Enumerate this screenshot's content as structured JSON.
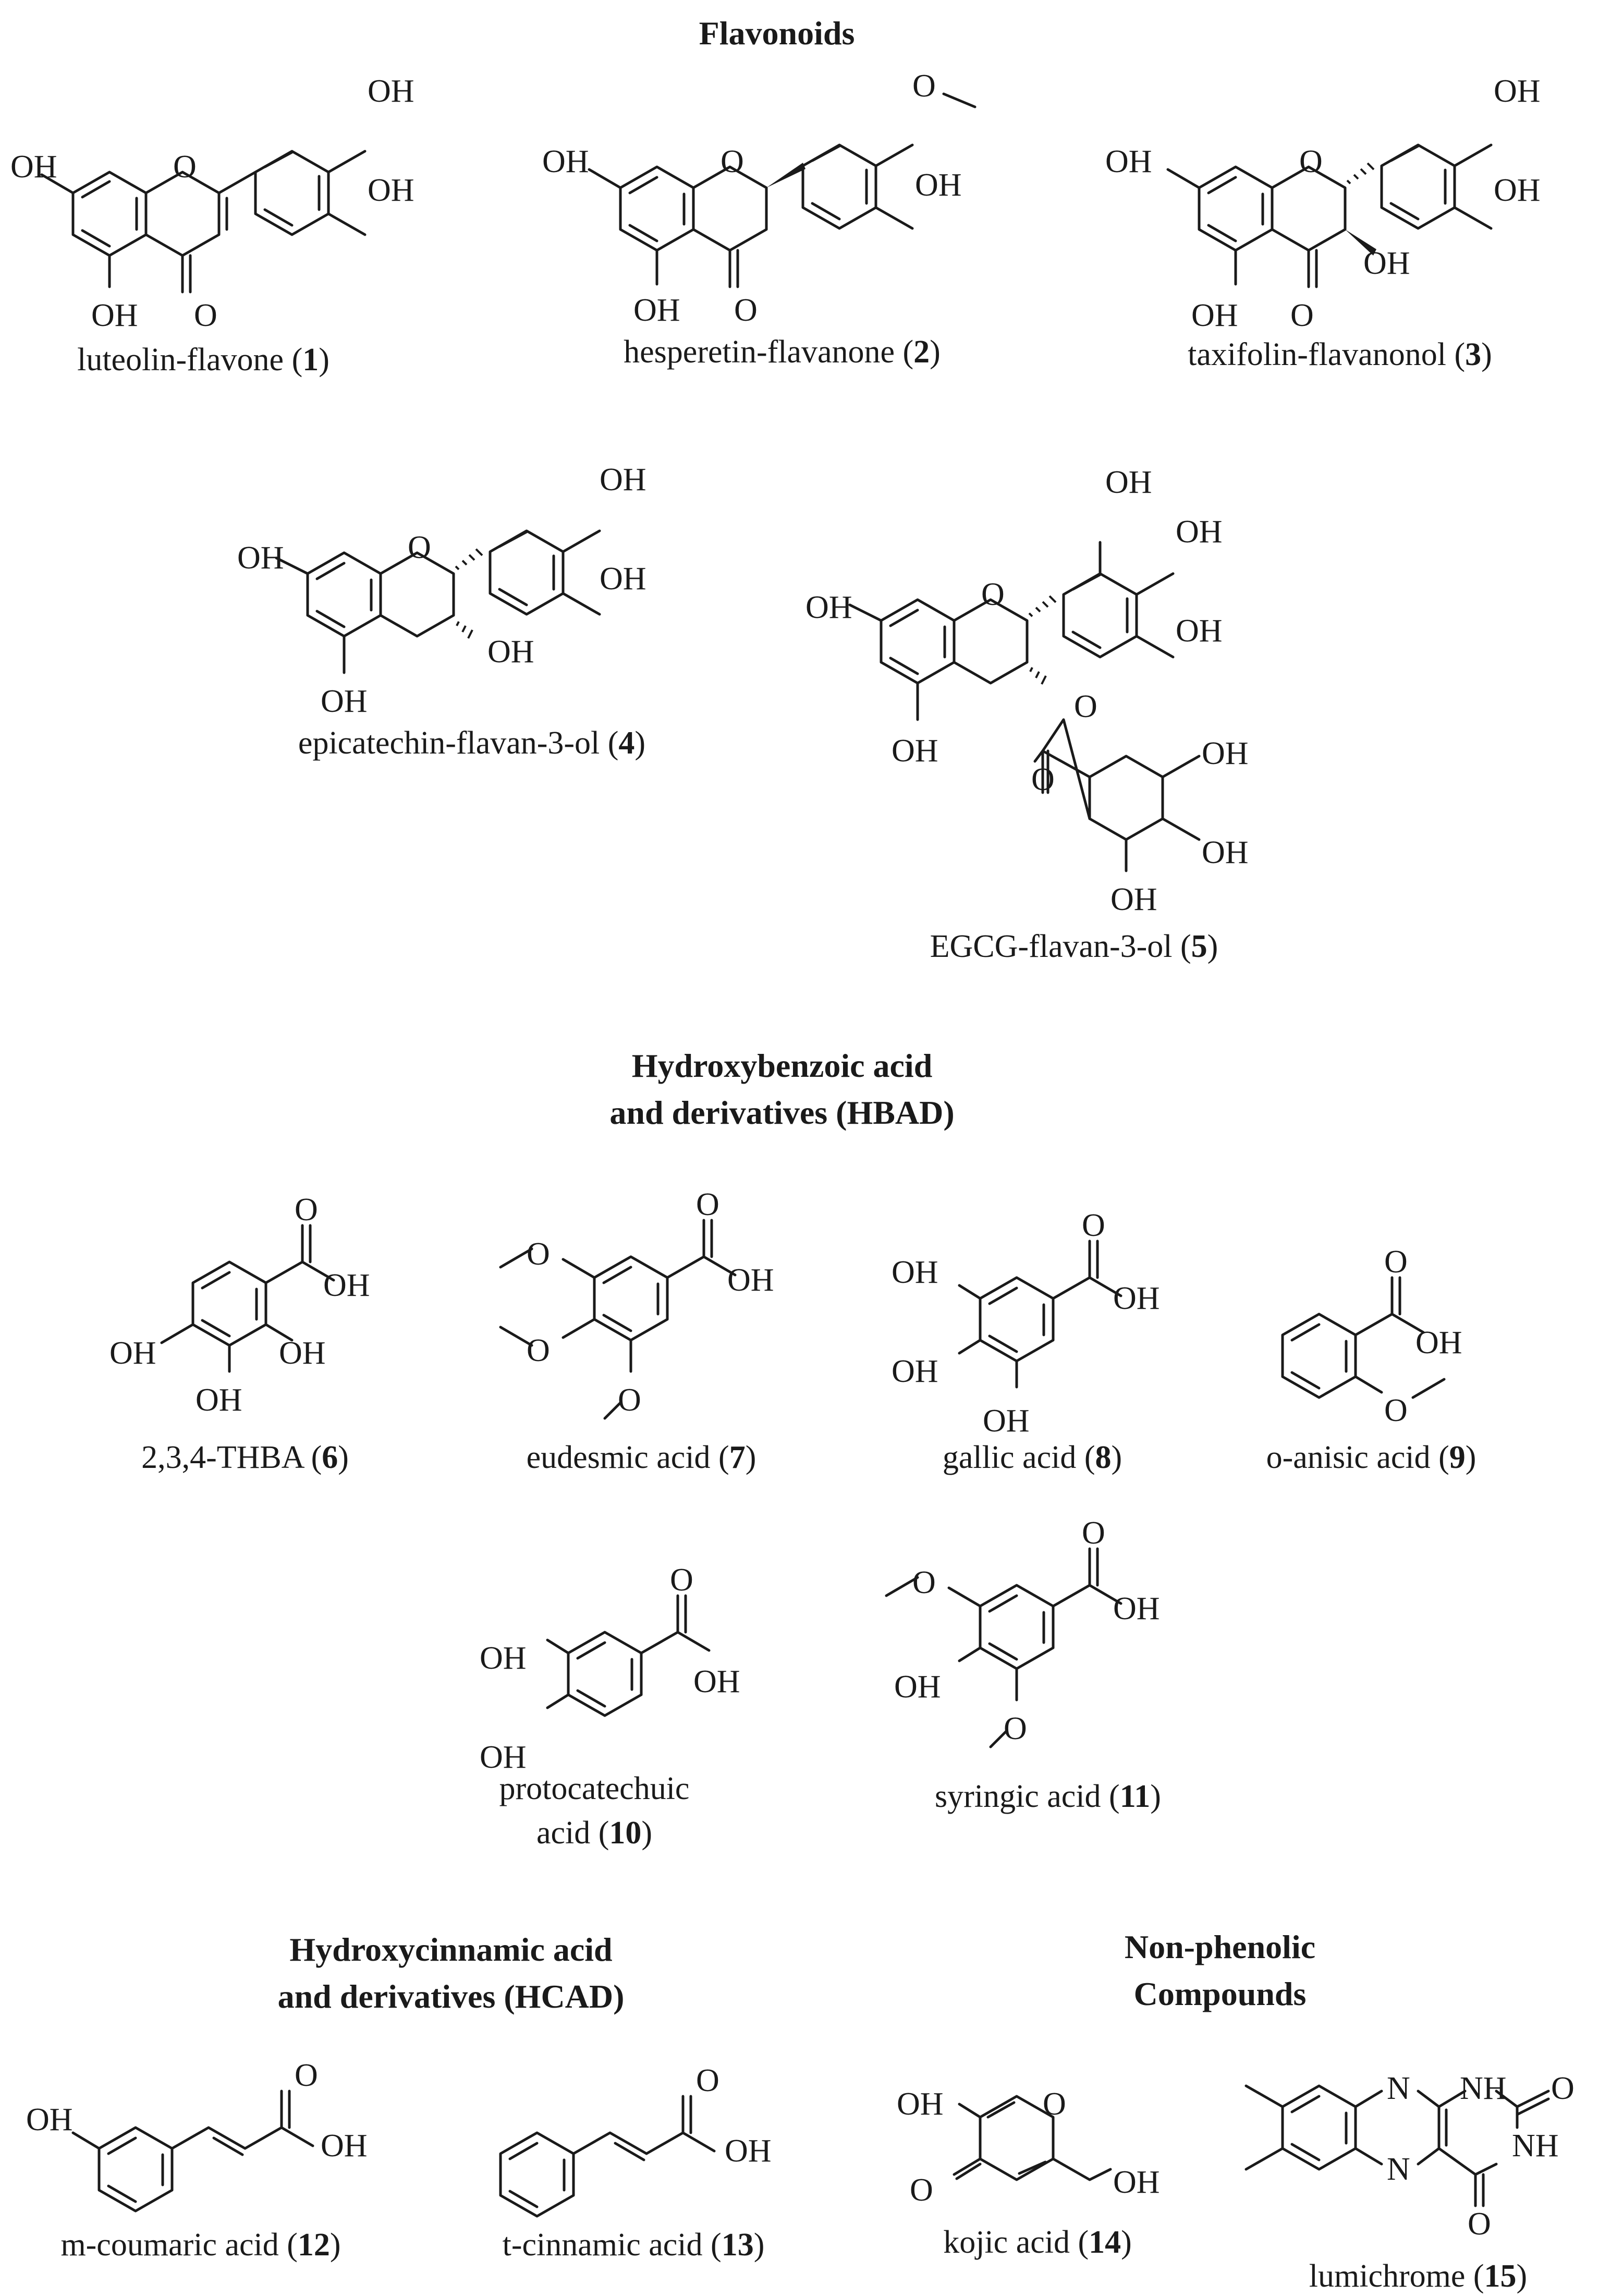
{
  "headings": {
    "flavonoids": "Flavonoids",
    "hbad_line1": "Hydroxybenzoic acid",
    "hbad_line2": "and derivatives (HBAD)",
    "hcad_line1": "Hydroxycinnamic acid",
    "hcad_line2": "and derivatives (HCAD)",
    "nonphenolic_line1": "Non-phenolic",
    "nonphenolic_line2": "Compounds"
  },
  "compounds": [
    {
      "name": "luteolin-flavone",
      "number": "1"
    },
    {
      "name": "hesperetin-flavanone",
      "number": "2"
    },
    {
      "name": "taxifolin-flavanonol",
      "number": "3"
    },
    {
      "name": "epicatechin-flavan-3-ol",
      "number": "4"
    },
    {
      "name": "EGCG-flavan-3-ol",
      "number": "5"
    },
    {
      "name": "2,3,4-THBA",
      "number": "6"
    },
    {
      "name": "eudesmic acid",
      "number": "7"
    },
    {
      "name": "gallic acid",
      "number": "8"
    },
    {
      "name": "o-anisic acid",
      "number": "9"
    },
    {
      "name_line1": "protocatechuic",
      "name_line2": "acid",
      "number": "10"
    },
    {
      "name": "syringic acid",
      "number": "11"
    },
    {
      "name": "m-coumaric acid",
      "number": "12"
    },
    {
      "name": "t-cinnamic acid",
      "number": "13"
    },
    {
      "name": "kojic acid",
      "number": "14"
    },
    {
      "name": "lumichrome",
      "number": "15"
    }
  ],
  "atoms": {
    "OH": "OH",
    "O": "O",
    "N": "N",
    "NH": "NH"
  }
}
